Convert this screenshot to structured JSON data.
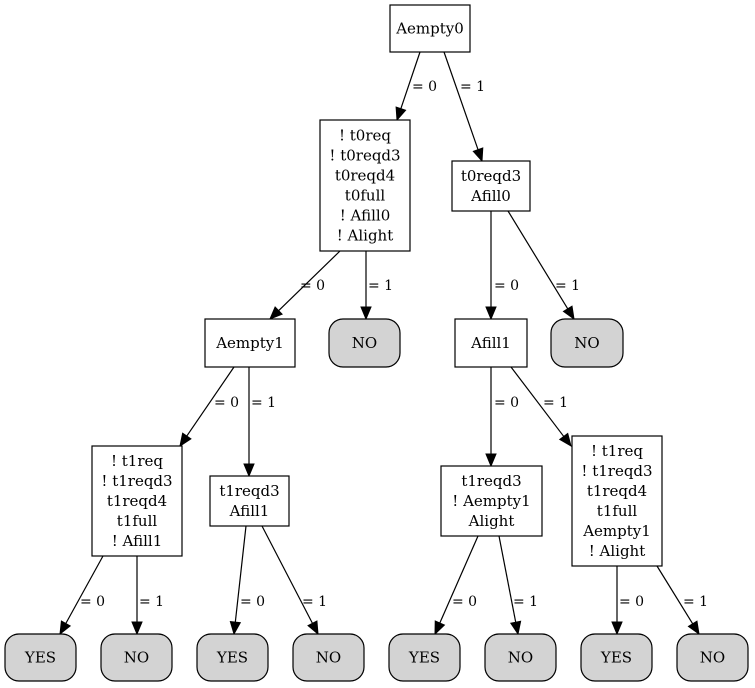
{
  "nodes": [
    {
      "id": "n0",
      "kind": "decision",
      "lines": [
        "Aempty0"
      ]
    },
    {
      "id": "n1",
      "kind": "decision",
      "lines": [
        "! t0req",
        "! t0reqd3",
        "t0reqd4",
        "t0full",
        "! Afill0",
        "! Alight"
      ]
    },
    {
      "id": "n2",
      "kind": "decision",
      "lines": [
        "t0reqd3",
        "Afill0"
      ]
    },
    {
      "id": "n3",
      "kind": "decision",
      "lines": [
        "Aempty1"
      ]
    },
    {
      "id": "n4",
      "kind": "leaf",
      "lines": [
        "NO"
      ]
    },
    {
      "id": "n5",
      "kind": "decision",
      "lines": [
        "Afill1"
      ]
    },
    {
      "id": "n6",
      "kind": "leaf",
      "lines": [
        "NO"
      ]
    },
    {
      "id": "n7",
      "kind": "decision",
      "lines": [
        "! t1req",
        "! t1reqd3",
        "t1reqd4",
        "t1full",
        "! Afill1"
      ]
    },
    {
      "id": "n8",
      "kind": "decision",
      "lines": [
        "t1reqd3",
        "Afill1"
      ]
    },
    {
      "id": "n9",
      "kind": "decision",
      "lines": [
        "t1reqd3",
        "! Aempty1",
        "Alight"
      ]
    },
    {
      "id": "n10",
      "kind": "decision",
      "lines": [
        "! t1req",
        "! t1reqd3",
        "t1reqd4",
        "t1full",
        "Aempty1",
        "! Alight"
      ]
    },
    {
      "id": "n11",
      "kind": "leaf",
      "lines": [
        "YES"
      ]
    },
    {
      "id": "n12",
      "kind": "leaf",
      "lines": [
        "NO"
      ]
    },
    {
      "id": "n13",
      "kind": "leaf",
      "lines": [
        "YES"
      ]
    },
    {
      "id": "n14",
      "kind": "leaf",
      "lines": [
        "NO"
      ]
    },
    {
      "id": "n15",
      "kind": "leaf",
      "lines": [
        "YES"
      ]
    },
    {
      "id": "n16",
      "kind": "leaf",
      "lines": [
        "NO"
      ]
    },
    {
      "id": "n17",
      "kind": "leaf",
      "lines": [
        "YES"
      ]
    },
    {
      "id": "n18",
      "kind": "leaf",
      "lines": [
        "NO"
      ]
    }
  ],
  "edges": [
    {
      "from": "n0",
      "to": "n1",
      "label": "= 0"
    },
    {
      "from": "n0",
      "to": "n2",
      "label": "= 1"
    },
    {
      "from": "n1",
      "to": "n3",
      "label": "= 0"
    },
    {
      "from": "n1",
      "to": "n4",
      "label": "= 1"
    },
    {
      "from": "n2",
      "to": "n5",
      "label": "= 0"
    },
    {
      "from": "n2",
      "to": "n6",
      "label": "= 1"
    },
    {
      "from": "n3",
      "to": "n7",
      "label": "= 0"
    },
    {
      "from": "n3",
      "to": "n8",
      "label": "= 1"
    },
    {
      "from": "n5",
      "to": "n9",
      "label": "= 0"
    },
    {
      "from": "n5",
      "to": "n10",
      "label": "= 1"
    },
    {
      "from": "n7",
      "to": "n11",
      "label": "= 0"
    },
    {
      "from": "n7",
      "to": "n12",
      "label": "= 1"
    },
    {
      "from": "n8",
      "to": "n13",
      "label": "= 0"
    },
    {
      "from": "n8",
      "to": "n14",
      "label": "= 1"
    },
    {
      "from": "n9",
      "to": "n15",
      "label": "= 0"
    },
    {
      "from": "n9",
      "to": "n16",
      "label": "= 1"
    },
    {
      "from": "n10",
      "to": "n17",
      "label": "= 0"
    },
    {
      "from": "n10",
      "to": "n18",
      "label": "= 1"
    }
  ],
  "colors": {
    "leaf_fill": "#d3d3d3",
    "node_fill": "#ffffff",
    "stroke": "#000000"
  }
}
